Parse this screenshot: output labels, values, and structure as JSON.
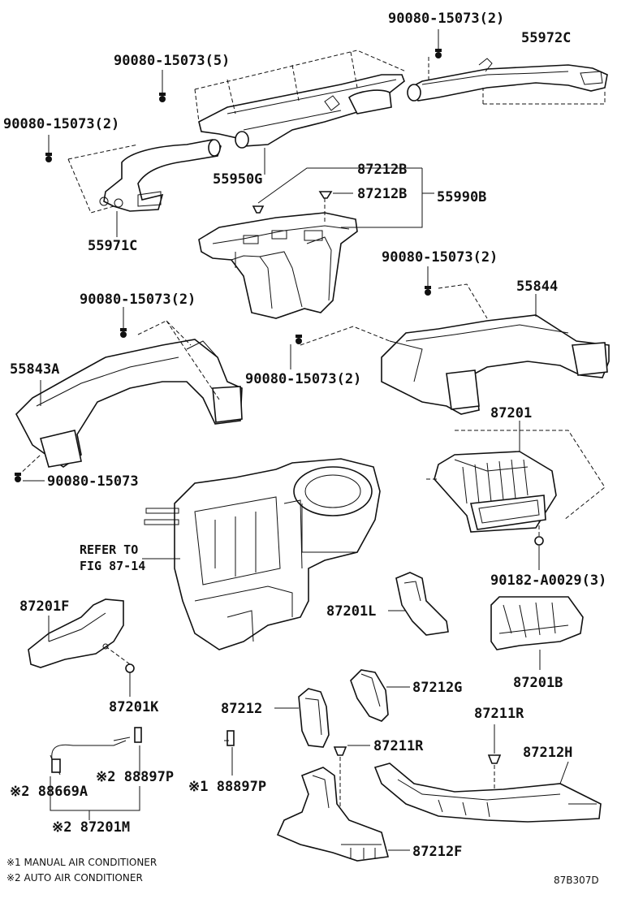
{
  "labels": {
    "l_90080_15073_2_top": "90080-15073(2)",
    "l_55972C": "55972C",
    "l_90080_15073_5": "90080-15073(5)",
    "l_90080_15073_2_left": "90080-15073(2)",
    "l_55950G": "55950G",
    "l_55971C": "55971C",
    "l_87212B_a": "87212B",
    "l_87212B_b": "87212B",
    "l_55990B": "55990B",
    "l_90080_15073_2_right": "90080-15073(2)",
    "l_55844": "55844",
    "l_90080_15073_2_mid": "90080-15073(2)",
    "l_55843A": "55843A",
    "l_90080_15073_2_mid2": "90080-15073(2)",
    "l_87201": "87201",
    "l_90080_15073": "90080-15073",
    "l_refer1": "REFER TO",
    "l_refer2": "FIG 87-14",
    "l_90182": "90182-A0029(3)",
    "l_87201F": "87201F",
    "l_87201L": "87201L",
    "l_87201B": "87201B",
    "l_87201K": "87201K",
    "l_87212G": "87212G",
    "l_87212": "87212",
    "l_87211R_right": "87211R",
    "l_87211R_mid": "87211R",
    "l_87212H": "87212H",
    "l_88897P_a": "※2 88897P",
    "l_88897P_b": "※1 88897P",
    "l_88669A": "※2 88669A",
    "l_87201M": "※2 87201M",
    "l_87212F": "87212F"
  },
  "footnotes": {
    "note1": "※1 MANUAL AIR CONDITIONER",
    "note2": "※2 AUTO AIR CONDITIONER"
  },
  "figure_code": "87B307D"
}
